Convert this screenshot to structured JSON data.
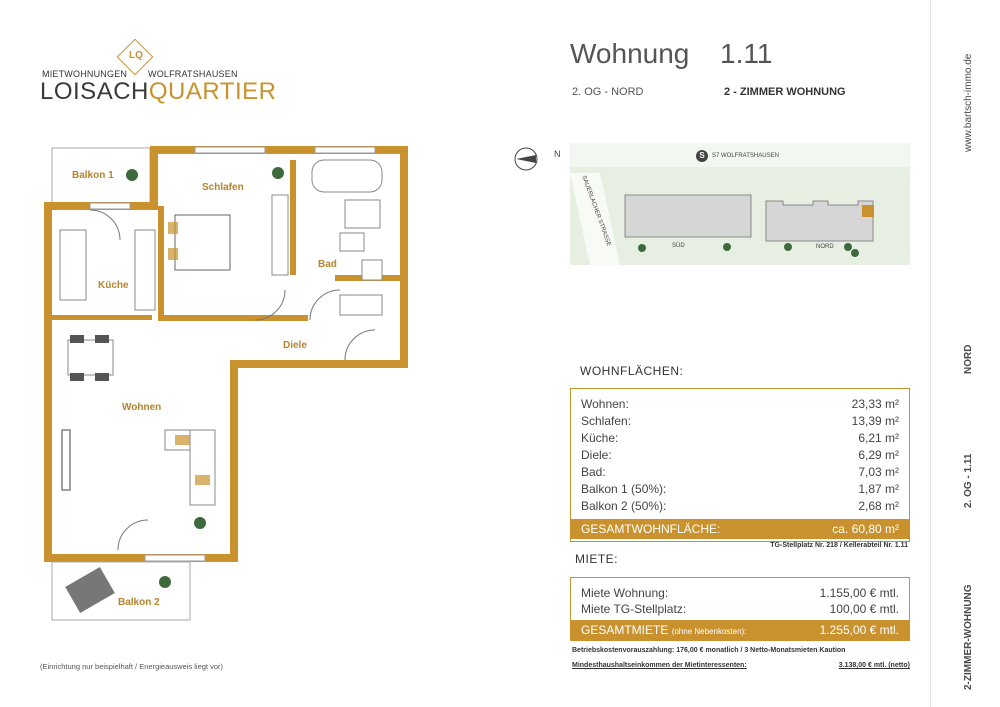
{
  "logo": {
    "monogram": "LQ",
    "tagline_left": "MIETWOHNUNGEN",
    "tagline_right": "WOLFRATSHAUSEN",
    "brand_part1": "LOISACH",
    "brand_part2": "QUARTIER"
  },
  "header": {
    "title": "Wohnung",
    "unit_number": "1.11",
    "floor": "2. OG - NORD",
    "type": "2 - ZIMMER WOHNUNG"
  },
  "floorplan": {
    "rooms": [
      "Balkon 1",
      "Schlafen",
      "Bad",
      "Küche",
      "Diele",
      "Wohnen",
      "Balkon 2"
    ],
    "footnote": "(Einrichtung nur beispielhaft / Energieausweis liegt vor)"
  },
  "site_map": {
    "compass": "N",
    "station_icon": "S",
    "station": "S7 WOLFRATSHAUSEN",
    "street": "SAUERLACHER STRASSE",
    "south_label": "SÜD",
    "north_label": "NORD"
  },
  "areas": {
    "heading": "WOHNFLÄCHEN:",
    "rows": [
      {
        "label": "Wohnen:",
        "value": "23,33 m²"
      },
      {
        "label": "Schlafen:",
        "value": "13,39 m²"
      },
      {
        "label": "Küche:",
        "value": "6,21 m²"
      },
      {
        "label": "Diele:",
        "value": "6,29 m²"
      },
      {
        "label": "Bad:",
        "value": "7,03 m²"
      },
      {
        "label": "Balkon 1 (50%):",
        "value": "1,87 m²"
      },
      {
        "label": "Balkon 2 (50%):",
        "value": "2,68 m²"
      }
    ],
    "total_label": "GESAMTWOHNFLÄCHE:",
    "total_value": "ca. 60,80 m²",
    "parking_note": "TG-Stellplatz Nr. 218 / Kellerabteil Nr. 1.11"
  },
  "rent": {
    "heading": "MIETE:",
    "rows": [
      {
        "label": "Miete Wohnung:",
        "value": "1.155,00 € mtl."
      },
      {
        "label": "Miete TG-Stellplatz:",
        "value": "100,00 € mtl."
      }
    ],
    "total_label": "GESAMTMIETE",
    "total_note": "(ohne Nebenkosten):",
    "total_value": "1.255,00 € mtl.",
    "note1": "Betriebskostenvorauszahlung: 176,00 € monatlich / 3 Netto-Monatsmieten Kaution",
    "note2_label": "Mindesthaushaltseinkommen der Mietinteressenten:",
    "note2_value": "3.138,00 € mtl. (netto)"
  },
  "side": {
    "website": "www.bartsch-immo.de",
    "orientation": "NORD",
    "floor": "2. OG - 1.11",
    "type": "2-ZIMMER-WOHNUNG"
  },
  "colors": {
    "accent": "#c9922e",
    "map_bg": "#e7efe2",
    "text": "#3a3a3a"
  }
}
